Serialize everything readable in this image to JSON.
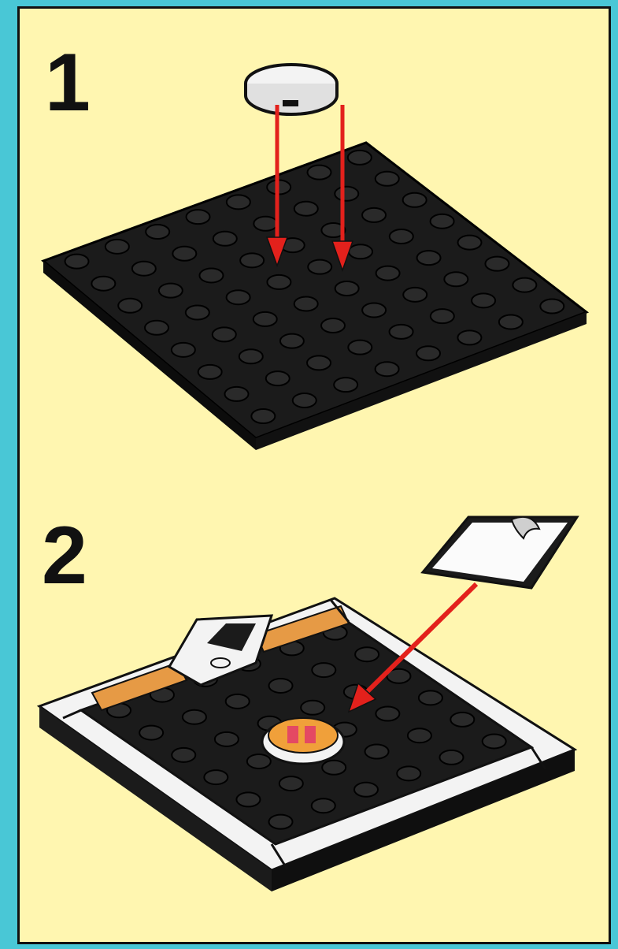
{
  "steps": [
    {
      "number": "1",
      "parts": [
        "round-tile-white",
        "plate-8x8-black"
      ],
      "action": "attach-tile-to-plate"
    },
    {
      "number": "2",
      "parts": [
        "sticker-sheet",
        "round-tile-orange-printed",
        "plate-frame-white",
        "handle-white",
        "slope-tiles-orange"
      ],
      "action": "apply-sticker-to-tile"
    }
  ],
  "colors": {
    "background": "#49c7d6",
    "panel": "#fff6b0",
    "plate_black": "#1b1b1b",
    "arrow_red": "#e3211c",
    "sticker_orange": "#f0a03a",
    "white_part": "#f3f3f3"
  }
}
